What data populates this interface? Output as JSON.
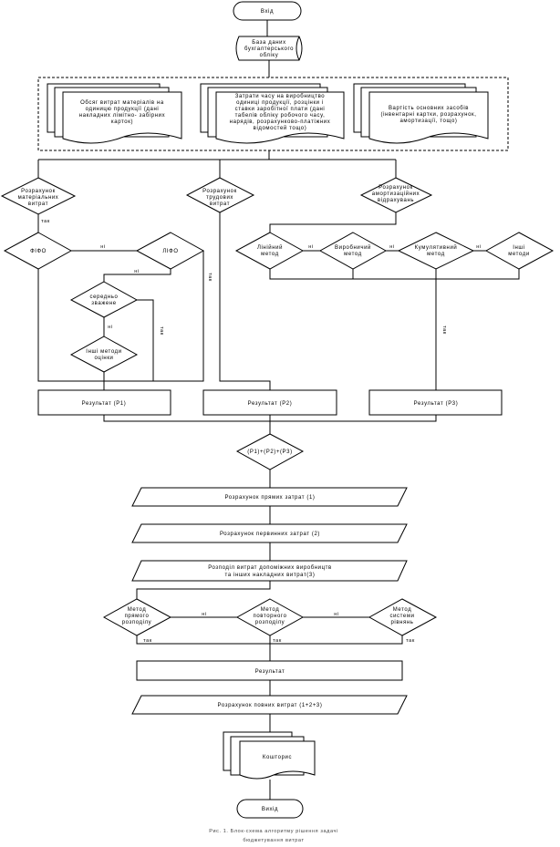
{
  "start": "Вхід",
  "database": [
    "База даних",
    "бухгалтерського",
    "обліку"
  ],
  "documents": {
    "materials": [
      "Обсяг витрат матеріалів на",
      "одиницю продукції (дані",
      "накладних лімітно- забірних",
      "карток)"
    ],
    "labor": [
      "Затрати часу на виробництво",
      "одиниці продукції, розцінки і",
      "ставки заробітної плати (дані",
      "табелів обліку робочого часу,",
      "нарядів, розрахунково-платіжних",
      "відомостей тощо)"
    ],
    "assets": [
      "Вартість основних засобів",
      "(інвентарні картки, розрахунок,",
      "амортизації, тощо)"
    ]
  },
  "decisions": {
    "materials": [
      "Розрахунок",
      "матеріальних",
      "витрат"
    ],
    "labor": [
      "Розрахунок",
      "трудових",
      "витрат"
    ],
    "depreciation": [
      "Розрахунок",
      "амортизаційних",
      "відрахувань"
    ],
    "fifo": "ФІФО",
    "lifo": "ЛІФО",
    "weighted": [
      "середньо",
      "зважене"
    ],
    "other_valuation": [
      "Інші методи",
      "оцінки"
    ],
    "linear": [
      "Лінійний",
      "метод"
    ],
    "production": [
      "Виробничий",
      "метод"
    ],
    "cumulative": [
      "Кумулятивний",
      "метод"
    ],
    "other_methods": [
      "Інші",
      "методи"
    ],
    "sum": "(Р1)+(Р2)+(Р3)",
    "direct": [
      "Метод",
      "прямого",
      "розподілу"
    ],
    "repeated": [
      "Метод",
      "повторного",
      "розподілу"
    ],
    "equations": [
      "Метод",
      "системи",
      "рівнянь"
    ]
  },
  "edge_labels": {
    "yes": "так",
    "no": "ні"
  },
  "results": {
    "p1": "Результат (Р1)",
    "p2": "Результат (Р2)",
    "p3": "Результат (Р3)",
    "final": "Результат"
  },
  "processes": {
    "direct_costs": "Розрахунок прямих затрат (1)",
    "primary_costs": "Розрахунок первинних затрат (2)",
    "allocation": [
      "Розподіл витрат допоміжних виробництв",
      "та інших накладних витрат(3)"
    ],
    "full_costs": "Розрахунок повних витрат (1+2+3)"
  },
  "estimate": "Кошторис",
  "end": "Вихід",
  "caption": [
    "Рис. 1. Блок-схема алгоритму рішення задачі",
    "бюджетування витрат"
  ]
}
